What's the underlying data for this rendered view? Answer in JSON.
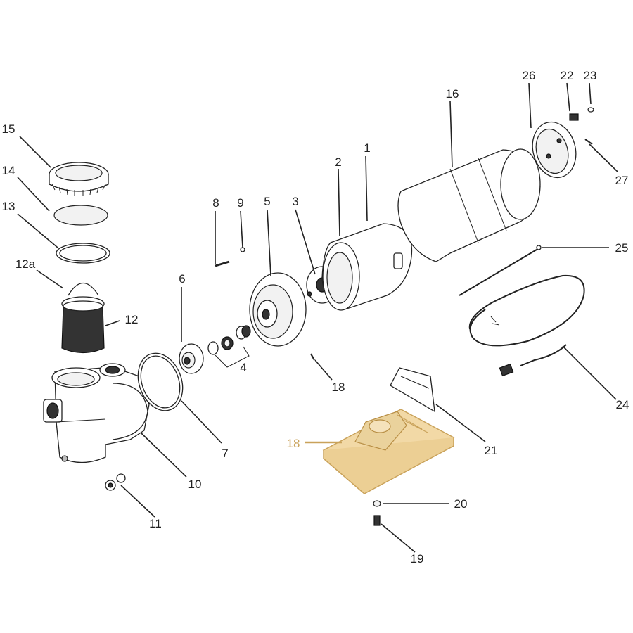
{
  "diagram": {
    "highlight_color": "#f2d9a6",
    "highlight_stroke": "#c9a25a",
    "callouts": [
      {
        "id": "c1",
        "text": "1"
      },
      {
        "id": "c2",
        "text": "2"
      },
      {
        "id": "c3",
        "text": "3"
      },
      {
        "id": "c4",
        "text": "4"
      },
      {
        "id": "c5",
        "text": "5"
      },
      {
        "id": "c6",
        "text": "6"
      },
      {
        "id": "c7",
        "text": "7"
      },
      {
        "id": "c8",
        "text": "8"
      },
      {
        "id": "c9",
        "text": "9"
      },
      {
        "id": "c10",
        "text": "10"
      },
      {
        "id": "c11",
        "text": "11"
      },
      {
        "id": "c12",
        "text": "12"
      },
      {
        "id": "c12a",
        "text": "12a"
      },
      {
        "id": "c13",
        "text": "13"
      },
      {
        "id": "c14",
        "text": "14"
      },
      {
        "id": "c15",
        "text": "15"
      },
      {
        "id": "c16",
        "text": "16"
      },
      {
        "id": "c18a",
        "text": "18"
      },
      {
        "id": "c18b",
        "text": "18"
      },
      {
        "id": "c19",
        "text": "19"
      },
      {
        "id": "c20",
        "text": "20"
      },
      {
        "id": "c21",
        "text": "21"
      },
      {
        "id": "c22",
        "text": "22"
      },
      {
        "id": "c23",
        "text": "23"
      },
      {
        "id": "c24",
        "text": "24"
      },
      {
        "id": "c25",
        "text": "25"
      },
      {
        "id": "c26",
        "text": "26"
      },
      {
        "id": "c27",
        "text": "27"
      }
    ]
  }
}
